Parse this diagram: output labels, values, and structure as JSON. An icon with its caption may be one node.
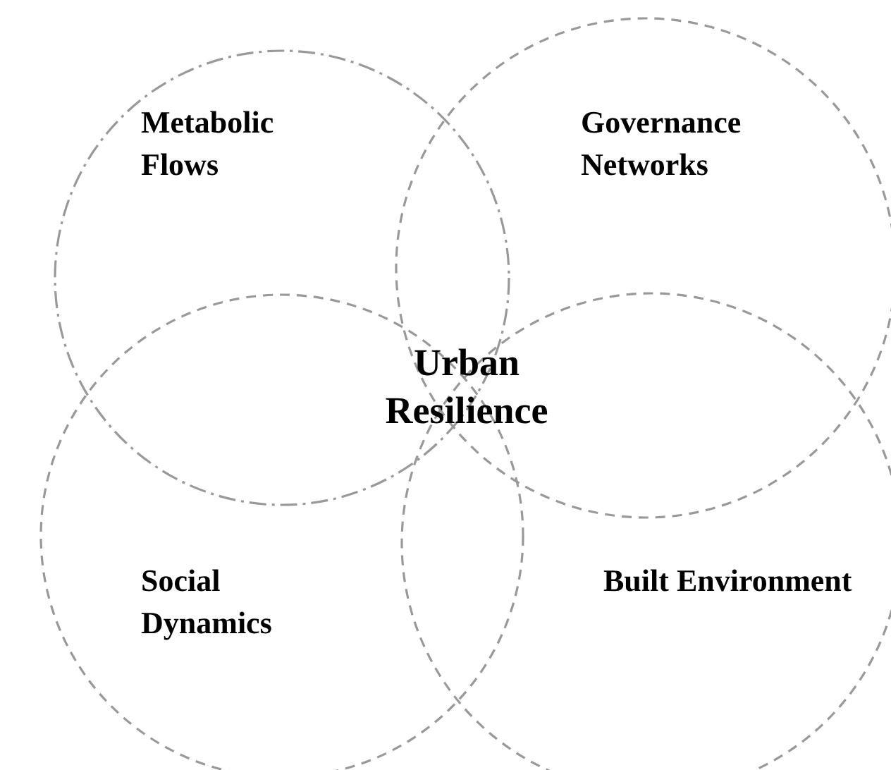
{
  "diagram": {
    "nodes": [
      {
        "text": [
          "Metabolic Flows"
        ]
      },
      {
        "text": [
          "Governance Networks"
        ]
      },
      {
        "text": [
          "Social Dynamics"
        ]
      },
      {
        "text": [
          "Built Environment"
        ]
      }
    ],
    "labels": [
      "Urban Resilience"
    ]
  }
}
